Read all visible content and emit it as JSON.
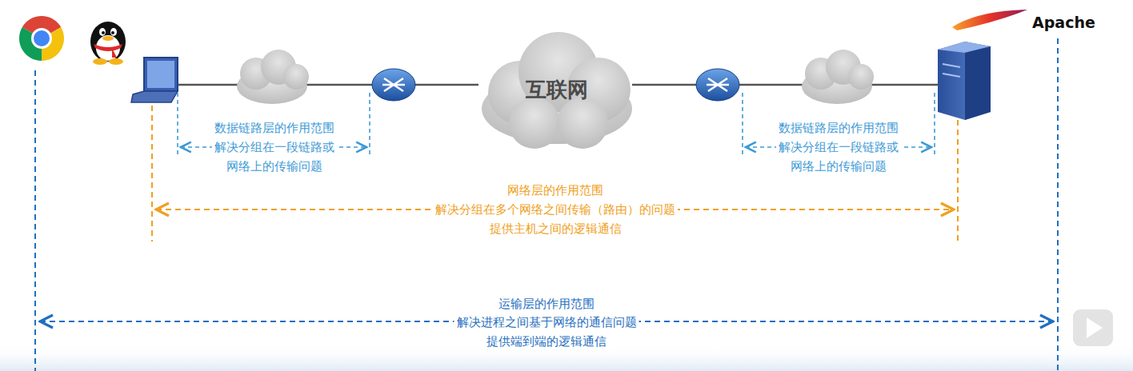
{
  "diagram": {
    "nodes": [
      {
        "text": [
          "互联网"
        ]
      }
    ],
    "labels": [
      "Apache",
      "数据链路层的作用范围",
      "解决分组在一段链路或",
      "网络上的传输问题",
      "数据链路层的作用范围",
      "解决分组在一段链路或",
      "网络上的传输问题",
      "网络层的作用范围",
      "解决分组在多个网络之间传输（路由）的问题",
      "提供主机之间的逻辑通信",
      "运输层的作用范围",
      "解决进程之间基于网络的通信问题",
      "提供端到端的逻辑通信"
    ]
  }
}
